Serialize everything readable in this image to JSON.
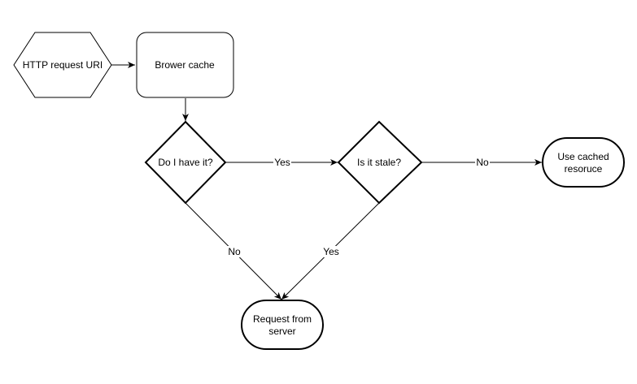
{
  "colors": {
    "stroke": "#000000",
    "fill": "#ffffff",
    "background": "#ffffff"
  },
  "nodes": {
    "request_uri": {
      "label": "HTTP request URI",
      "shape": "hexagon"
    },
    "browser_cache": {
      "label": "Brower cache",
      "shape": "rounded-rectangle"
    },
    "have_it": {
      "label": "Do I have it?",
      "shape": "diamond"
    },
    "is_stale": {
      "label": "Is it stale?",
      "shape": "diamond"
    },
    "use_cached": {
      "label_lines": [
        "Use cached",
        "resoruce"
      ],
      "shape": "terminator"
    },
    "request_server": {
      "label_lines": [
        "Request from",
        "server"
      ],
      "shape": "terminator"
    }
  },
  "edges": {
    "have_yes": "Yes",
    "stale_no": "No",
    "have_no": "No",
    "stale_yes": "Yes"
  }
}
